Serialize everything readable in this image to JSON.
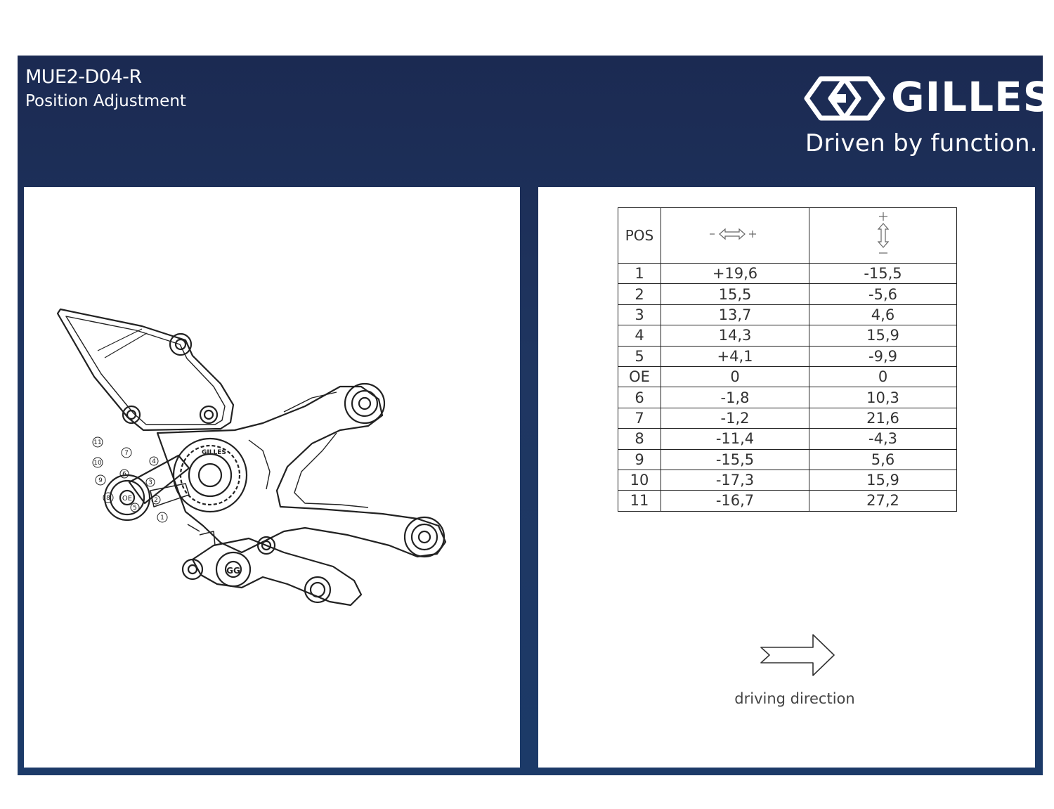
{
  "header": {
    "title": "MUE2-D04-R",
    "subtitle": "Position Adjustment"
  },
  "brand": {
    "name": "GILLES",
    "tagline": "Driven by function."
  },
  "diagram": {
    "position_markers": [
      "11",
      "10",
      "9",
      "8",
      "7",
      "6",
      "5",
      "4",
      "3",
      "2",
      "1",
      "OE"
    ],
    "logo_text": "GILLES"
  },
  "table": {
    "header_pos": "POS",
    "header_horizontal_icon": "horizontal-adjust-arrows-icon",
    "header_vertical_icon": "vertical-adjust-arrows-icon",
    "rows": [
      {
        "pos": "1",
        "h": "+19,6",
        "v": "-15,5"
      },
      {
        "pos": "2",
        "h": "15,5",
        "v": "-5,6"
      },
      {
        "pos": "3",
        "h": "13,7",
        "v": "4,6"
      },
      {
        "pos": "4",
        "h": "14,3",
        "v": "15,9"
      },
      {
        "pos": "5",
        "h": "+4,1",
        "v": "-9,9"
      },
      {
        "pos": "OE",
        "h": "0",
        "v": "0"
      },
      {
        "pos": "6",
        "h": "-1,8",
        "v": "10,3"
      },
      {
        "pos": "7",
        "h": "-1,2",
        "v": "21,6"
      },
      {
        "pos": "8",
        "h": "-11,4",
        "v": "-4,3"
      },
      {
        "pos": "9",
        "h": "-15,5",
        "v": "5,6"
      },
      {
        "pos": "10",
        "h": "-17,3",
        "v": "15,9"
      },
      {
        "pos": "11",
        "h": "-16,7",
        "v": "27,2"
      }
    ]
  },
  "direction": {
    "label": "driving direction",
    "icon": "right-arrow-icon"
  },
  "colors": {
    "header_bg": "#1c2e58",
    "panel_bg": "#ffffff",
    "line": "#222222"
  }
}
